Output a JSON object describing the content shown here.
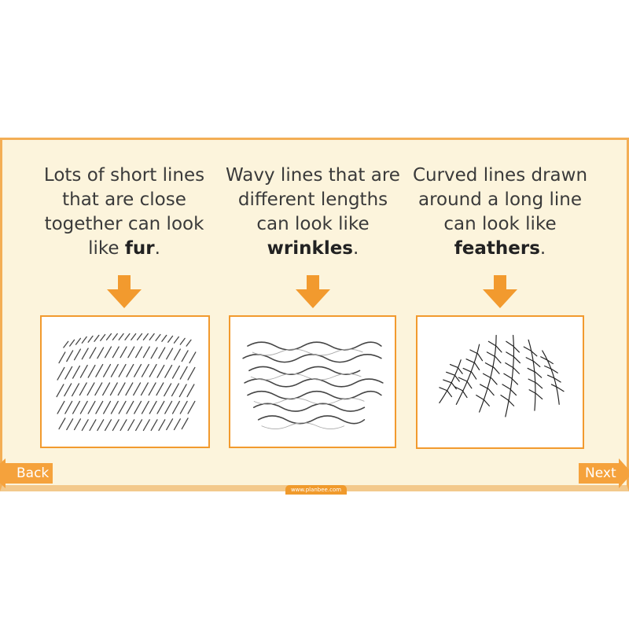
{
  "captions": [
    {
      "text": "Lots of short lines that are close together can look like ",
      "bold": "fur",
      "end": "."
    },
    {
      "text": "Wavy lines that are different lengths can look like ",
      "bold": "wrinkles",
      "end": "."
    },
    {
      "text": "Curved lines drawn around a long line can look like ",
      "bold": "feathers",
      "end": "."
    }
  ],
  "nav": {
    "back_label": "Back",
    "next_label": "Next"
  },
  "footer": {
    "url": "www.planbee.com"
  },
  "colors": {
    "accent": "#f5a23c",
    "background": "#fcf4dc",
    "border": "#f3ae55"
  }
}
